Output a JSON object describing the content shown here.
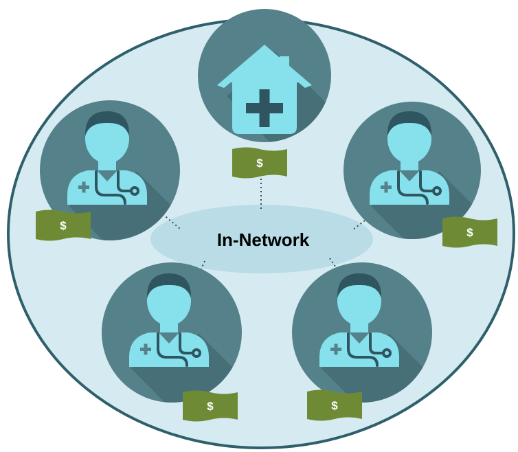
{
  "colors": {
    "outer_fill": "#d6ebf1",
    "outer_stroke": "#2e5f6b",
    "center_fill": "#b9dce7",
    "node_fill": "#55828a",
    "node_shadow": "#476f77",
    "icon_fill": "#86e1ec",
    "money_fill": "#6e8a35",
    "connector": "#334d55"
  },
  "center": {
    "label": "In-Network"
  },
  "nodes": [
    {
      "id": "hospital",
      "icon": "hospital-house-icon",
      "money_label": "$"
    },
    {
      "id": "doctor-top-left",
      "icon": "doctor-icon",
      "money_label": "$"
    },
    {
      "id": "doctor-top-right",
      "icon": "doctor-icon",
      "money_label": "$"
    },
    {
      "id": "doctor-bottom-left",
      "icon": "doctor-icon",
      "money_label": "$"
    },
    {
      "id": "doctor-bottom-right",
      "icon": "doctor-icon",
      "money_label": "$"
    }
  ]
}
